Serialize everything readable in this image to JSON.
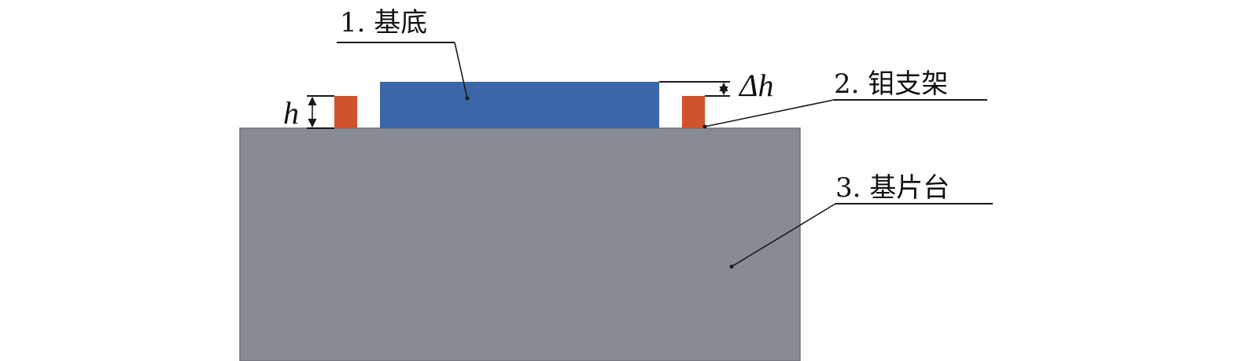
{
  "labels": {
    "substrate": "1. 基底",
    "mo_support": "2. 钼支架",
    "stage": "3. 基片台",
    "h": "h",
    "delta_h": "Δh"
  },
  "colors": {
    "background": "#ffffff",
    "stage": "#878b94",
    "stage_edge": "#6f7279",
    "substrate": "#3a67a8",
    "support": "#d0532b",
    "ink": "#1a1a1a"
  }
}
